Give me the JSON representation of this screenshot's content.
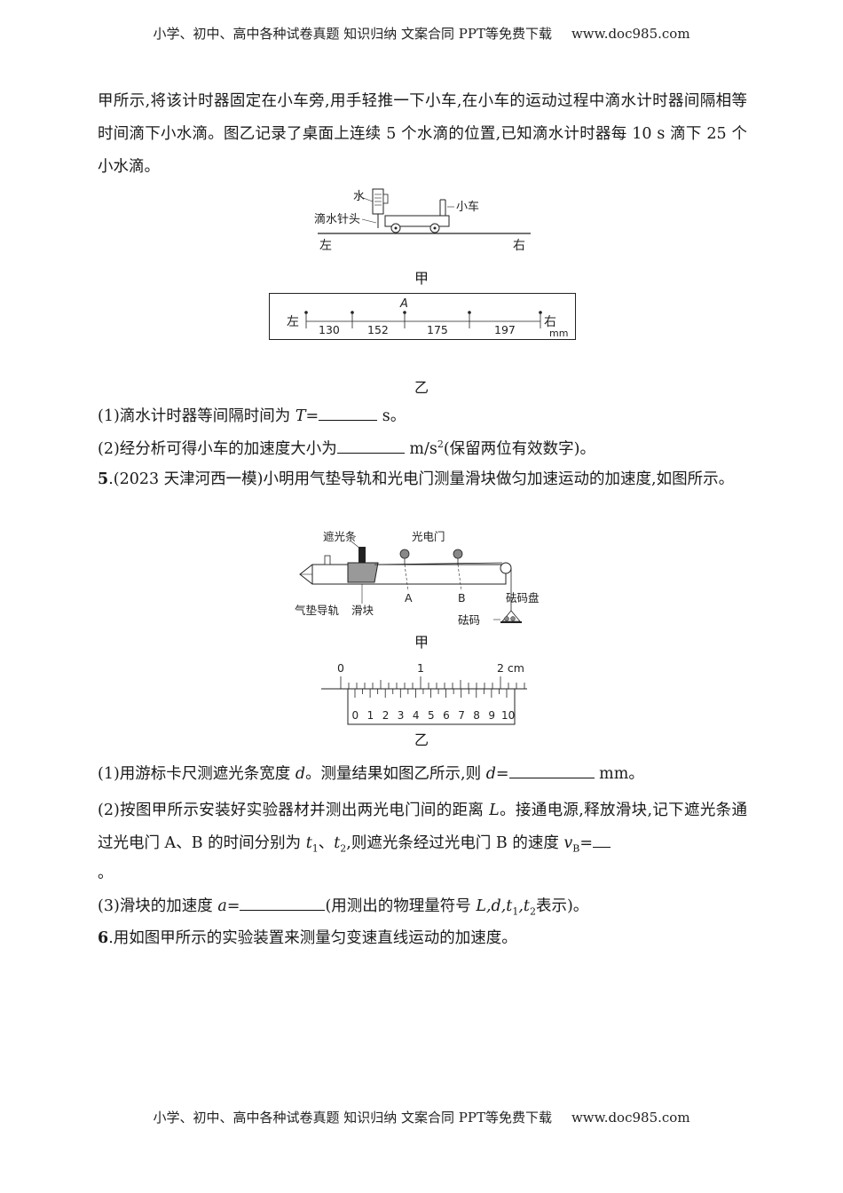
{
  "header": {
    "text": "小学、初中、高中各种试卷真题  知识归纳  文案合同  PPT等免费下载",
    "site": "www.doc985.com"
  },
  "footer": {
    "text": "小学、初中、高中各种试卷真题  知识归纳  文案合同  PPT等免费下载",
    "site": "www.doc985.com"
  },
  "intro": "甲所示,将该计时器固定在小车旁,用手轻推一下小车,在小车的运动过程中滴水计时器间隔相等时间滴下小水滴。图乙记录了桌面上连续 5 个水滴的位置,已知滴水计时器每 10 s 滴下 25 个小水滴。",
  "fig1": {
    "labels": {
      "water": "水",
      "needle": "滴水针头",
      "cart": "小车",
      "left": "左",
      "right": "右"
    },
    "caption": "甲"
  },
  "fig2": {
    "left": "左",
    "right": "右",
    "unit": "mm",
    "point": "A",
    "distances": [
      "130",
      "152",
      "175",
      "197"
    ],
    "caption": "乙"
  },
  "q4": {
    "p1_pre": "(1)滴水计时器等间隔时间为 ",
    "p1_var": "T",
    "p1_eq": "=",
    "p1_post": " s。",
    "p2_pre": "(2)经分析可得小车的加速度大小为",
    "p2_post_unit": " m/s",
    "p2_sup": "2",
    "p2_post": "(保留两位有效数字)。"
  },
  "q5": {
    "num": "5",
    "source": ".(2023 天津河西一模)",
    "text": "小明用气垫导轨和光电门测量滑块做匀加速运动的加速度,如图所示。",
    "fig": {
      "labels": {
        "shade": "遮光条",
        "gate": "光电门",
        "track": "气垫导轨",
        "slider": "滑块",
        "a": "A",
        "b": "B",
        "pan": "砝码盘",
        "weight": "砝码"
      },
      "caption": "甲"
    },
    "caliper": {
      "main_labels": [
        "0",
        "1",
        "2 cm"
      ],
      "vernier_labels": [
        "0",
        "1",
        "2",
        "3",
        "4",
        "5",
        "6",
        "7",
        "8",
        "9",
        "10"
      ],
      "caption": "乙"
    },
    "p1_pre": "(1)用游标卡尺测遮光条宽度 ",
    "p1_var": "d",
    "p1_mid": "。测量结果如图乙所示,则 ",
    "p1_var2": "d",
    "p1_eq": "=",
    "p1_post": " mm。",
    "p2_a": "(2)按图甲所示安装好实验器材并测出两光电门间的距离 ",
    "p2_L": "L",
    "p2_b": "。接通电源,释放滑块,记下遮光条通过光电门 A、B 的时间分别为 ",
    "p2_t1": "t",
    "p2_s1": "1",
    "p2_c": "、",
    "p2_t2": "t",
    "p2_s2": "2",
    "p2_d": ",则遮光条经过光电门 B 的速度 ",
    "p2_v": "v",
    "p2_vs": "B",
    "p2_e": "=",
    "p2_end": "。",
    "p3_pre": "(3)滑块的加速度 ",
    "p3_var": "a",
    "p3_eq": "=",
    "p3_post": "(用测出的物理量符号 ",
    "p3_syms": "L,d,t",
    "p3_s1": "1",
    "p3_comma": ",t",
    "p3_s2": "2",
    "p3_tail": "表示)。"
  },
  "q6": {
    "num": "6",
    "text": ".用如图甲所示的实验装置来测量匀变速直线运动的加速度。"
  }
}
